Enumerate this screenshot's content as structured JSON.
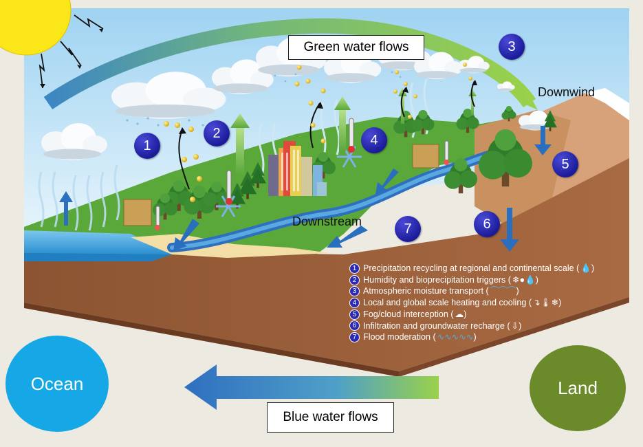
{
  "labels": {
    "green_water": "Green water flows",
    "blue_water": "Blue water flows",
    "downwind": "Downwind",
    "downstream": "Downstream",
    "ocean": "Ocean",
    "land": "Land"
  },
  "badges": [
    "1",
    "2",
    "3",
    "4",
    "5",
    "6",
    "7"
  ],
  "legend": [
    {
      "num": "1",
      "text": "Precipitation recycling at regional and continental scale (",
      "suffix": ")"
    },
    {
      "num": "2",
      "text": "Humidity and bioprecipitation triggers (",
      "suffix": ")"
    },
    {
      "num": "3",
      "text": "Atmospheric moisture transport (",
      "suffix": ")"
    },
    {
      "num": "4",
      "text": "Local and global scale heating and cooling (",
      "suffix": ")"
    },
    {
      "num": "5",
      "text": "Fog/cloud interception (",
      "suffix": ")"
    },
    {
      "num": "6",
      "text": "Infiltration and groundwater recharge (",
      "suffix": ")"
    },
    {
      "num": "7",
      "text": "Flood moderation (",
      "suffix": ")"
    }
  ],
  "colors": {
    "ocean": "#16a8e6",
    "land": "#6b8a2a",
    "soil": "#a0603a",
    "sky": "#cfe9f7",
    "grass": "#5aa83a",
    "green_arrow": "#8ac640",
    "blue_arrow": "#2a6fbf",
    "badge": "#1e1e9e"
  }
}
